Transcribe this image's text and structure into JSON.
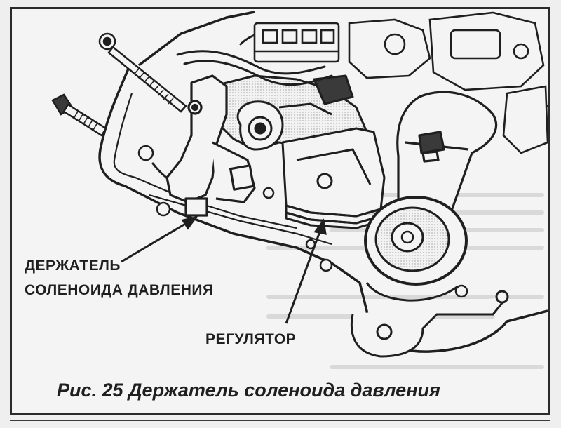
{
  "figure": {
    "caption": "Рис. 25 Держатель соленоида давления"
  },
  "callouts": {
    "holder_line1": "ДЕРЖАТЕЛЬ",
    "holder_line2": "СОЛЕНОИДА ДАВЛЕНИЯ",
    "regulator": "РЕГУЛЯТОР"
  },
  "colors": {
    "ink": "#1f1f1f",
    "paper": "#f4f4f4"
  }
}
